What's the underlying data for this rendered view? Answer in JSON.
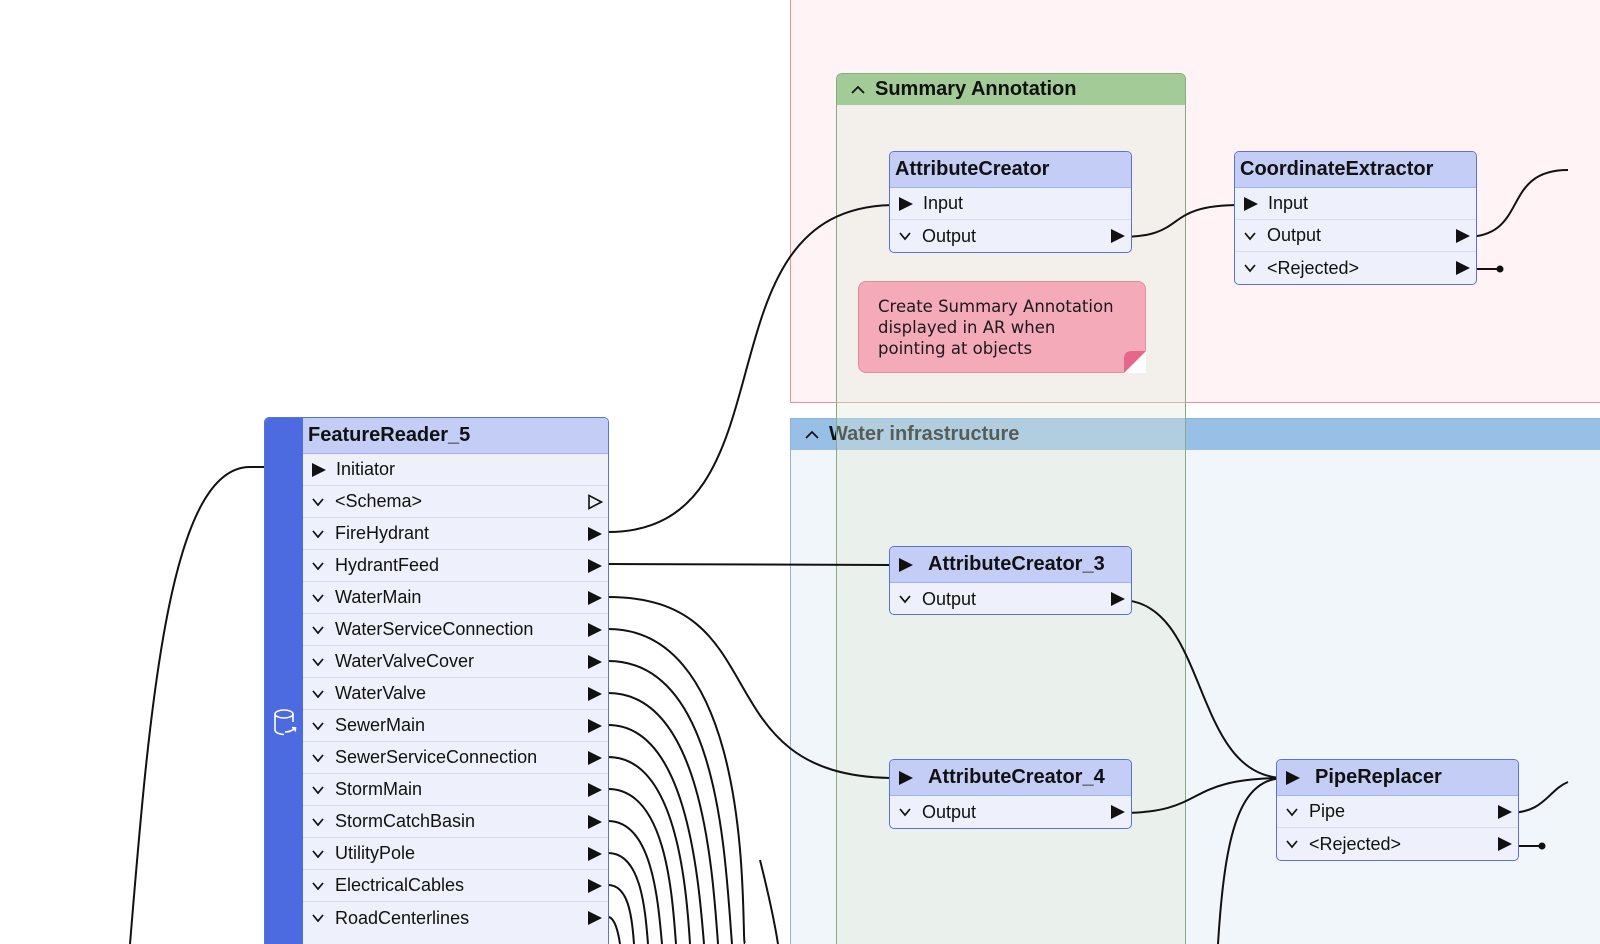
{
  "bookmarks": {
    "summary": {
      "title": "Summary Annotation"
    },
    "water": {
      "title": "Water infrastructure"
    }
  },
  "annotation": {
    "lines": [
      "Create Summary Annotation",
      "displayed in AR when",
      "pointing at objects"
    ]
  },
  "reader": {
    "title": "FeatureReader_5",
    "icon": "database-reader-icon",
    "ports": [
      {
        "label": "Initiator",
        "kind": "input"
      },
      {
        "label": "<Schema>",
        "kind": "schema"
      },
      {
        "label": "FireHydrant",
        "kind": "output"
      },
      {
        "label": "HydrantFeed",
        "kind": "output"
      },
      {
        "label": "WaterMain",
        "kind": "output"
      },
      {
        "label": "WaterServiceConnection",
        "kind": "output"
      },
      {
        "label": "WaterValveCover",
        "kind": "output"
      },
      {
        "label": "WaterValve",
        "kind": "output"
      },
      {
        "label": "SewerMain",
        "kind": "output"
      },
      {
        "label": "SewerServiceConnection",
        "kind": "output"
      },
      {
        "label": "StormMain",
        "kind": "output"
      },
      {
        "label": "StormCatchBasin",
        "kind": "output"
      },
      {
        "label": "UtilityPole",
        "kind": "output"
      },
      {
        "label": "ElectricalCables",
        "kind": "output"
      },
      {
        "label": "RoadCenterlines",
        "kind": "output"
      }
    ]
  },
  "nodes": {
    "attribute_creator": {
      "title": "AttributeCreator",
      "input": "Input",
      "output": "Output"
    },
    "coordinate_extractor": {
      "title": "CoordinateExtractor",
      "input": "Input",
      "output": "Output",
      "rejected": "<Rejected>"
    },
    "attribute_creator_3": {
      "title": "AttributeCreator_3",
      "output": "Output"
    },
    "attribute_creator_4": {
      "title": "AttributeCreator_4",
      "output": "Output"
    },
    "pipe_replacer": {
      "title": "PipeReplacer",
      "output": "Pipe",
      "rejected": "<Rejected>"
    }
  },
  "colors": {
    "summary_bookmark": "#a2cb97",
    "water_bookmark": "#98c0e6",
    "note": "#f5aaba",
    "transformer_header": "#c4cdf6",
    "reader_strip": "#4d6be1"
  }
}
